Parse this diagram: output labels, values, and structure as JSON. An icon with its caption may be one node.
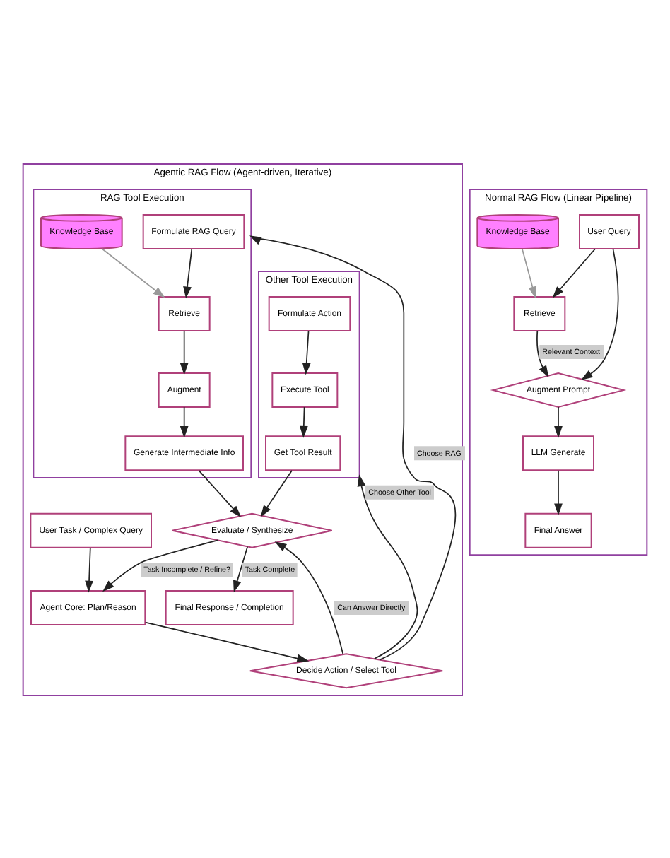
{
  "diagram": {
    "nodes": [
      {
        "text": [
          "Agentic RAG Flow (Agent-driven, Iterative)"
        ]
      },
      {
        "text": [
          "Other Tool Execution"
        ],
        "in": 0
      },
      {
        "text": [
          "Formulate Action"
        ],
        "in": 1
      },
      {
        "text": [
          "Execute Tool"
        ],
        "in": 1
      },
      {
        "text": [
          "Get Tool Result"
        ],
        "in": 1
      },
      {
        "text": [
          "Evaluate / Synthesize"
        ],
        "in": 0
      },
      {
        "text": [
          "User Task / Complex Query"
        ],
        "in": 0
      },
      {
        "text": [
          "Agent Core: Plan/Reason"
        ],
        "in": 0
      },
      {
        "text": [
          "Final Response / Completion"
        ],
        "in": 0
      },
      {
        "text": [
          "Decide Action / Select Tool"
        ],
        "in": 0
      },
      {
        "text": [
          "RAG Tool Execution"
        ],
        "in": 0
      },
      {
        "text": [
          "Formulate RAG Query"
        ],
        "in": 10
      },
      {
        "text": [
          "Knowledge Base"
        ],
        "in": 10
      },
      {
        "text": [
          "Retrieve"
        ],
        "in": 10
      },
      {
        "text": [
          "Augment"
        ],
        "in": 10
      },
      {
        "text": [
          "Generate Intermediate Info"
        ],
        "in": 10
      },
      {
        "text": [
          "Normal RAG Flow (Linear Pipeline)"
        ]
      },
      {
        "text": [
          "User Query"
        ],
        "in": 16
      },
      {
        "text": [
          "Knowledge Base"
        ],
        "in": 16
      },
      {
        "text": [
          "Retrieve"
        ],
        "in": 16
      },
      {
        "text": [
          "Augment Prompt"
        ],
        "in": 16
      },
      {
        "text": [
          "LLM Generate"
        ],
        "in": 16
      },
      {
        "text": [
          "Final Answer"
        ],
        "in": 16
      }
    ],
    "edges": [
      {
        "from": 2,
        "to": 3,
        "arrow": "to"
      },
      {
        "from": 3,
        "to": 4,
        "arrow": "to"
      },
      {
        "from": 4,
        "to": 5,
        "arrow": "to"
      },
      {
        "from": 6,
        "to": 7,
        "arrow": "to"
      },
      {
        "from": 5,
        "to": 7,
        "arrow": "to",
        "label": "Task Incomplete / Refine?"
      },
      {
        "from": 5,
        "to": 8,
        "arrow": "to",
        "label": "Task Complete"
      },
      {
        "from": 7,
        "to": 9,
        "arrow": "to"
      },
      {
        "from": 9,
        "to": 5,
        "arrow": "to",
        "label": "Can Answer Directly"
      },
      {
        "from": 9,
        "to": 1,
        "arrow": "to",
        "label": "Choose Other Tool"
      },
      {
        "from": 9,
        "to": 10,
        "arrow": "to",
        "label": "Choose RAG"
      },
      {
        "from": 11,
        "to": 13,
        "arrow": "to"
      },
      {
        "from": 12,
        "to": 13,
        "arrow": "to",
        "color": "#999999"
      },
      {
        "from": 13,
        "to": 14,
        "arrow": "to"
      },
      {
        "from": 14,
        "to": 15,
        "arrow": "to"
      },
      {
        "from": 15,
        "to": 5,
        "arrow": "to"
      },
      {
        "from": 17,
        "to": 19,
        "arrow": "to"
      },
      {
        "from": 18,
        "to": 19,
        "arrow": "to",
        "color": "#999999"
      },
      {
        "from": 17,
        "to": 20,
        "arrow": "to"
      },
      {
        "from": 19,
        "to": 20,
        "arrow": "to",
        "label": "Relevant Context"
      },
      {
        "from": 20,
        "to": 21,
        "arrow": "to"
      },
      {
        "from": 21,
        "to": 22,
        "arrow": "to"
      }
    ]
  }
}
